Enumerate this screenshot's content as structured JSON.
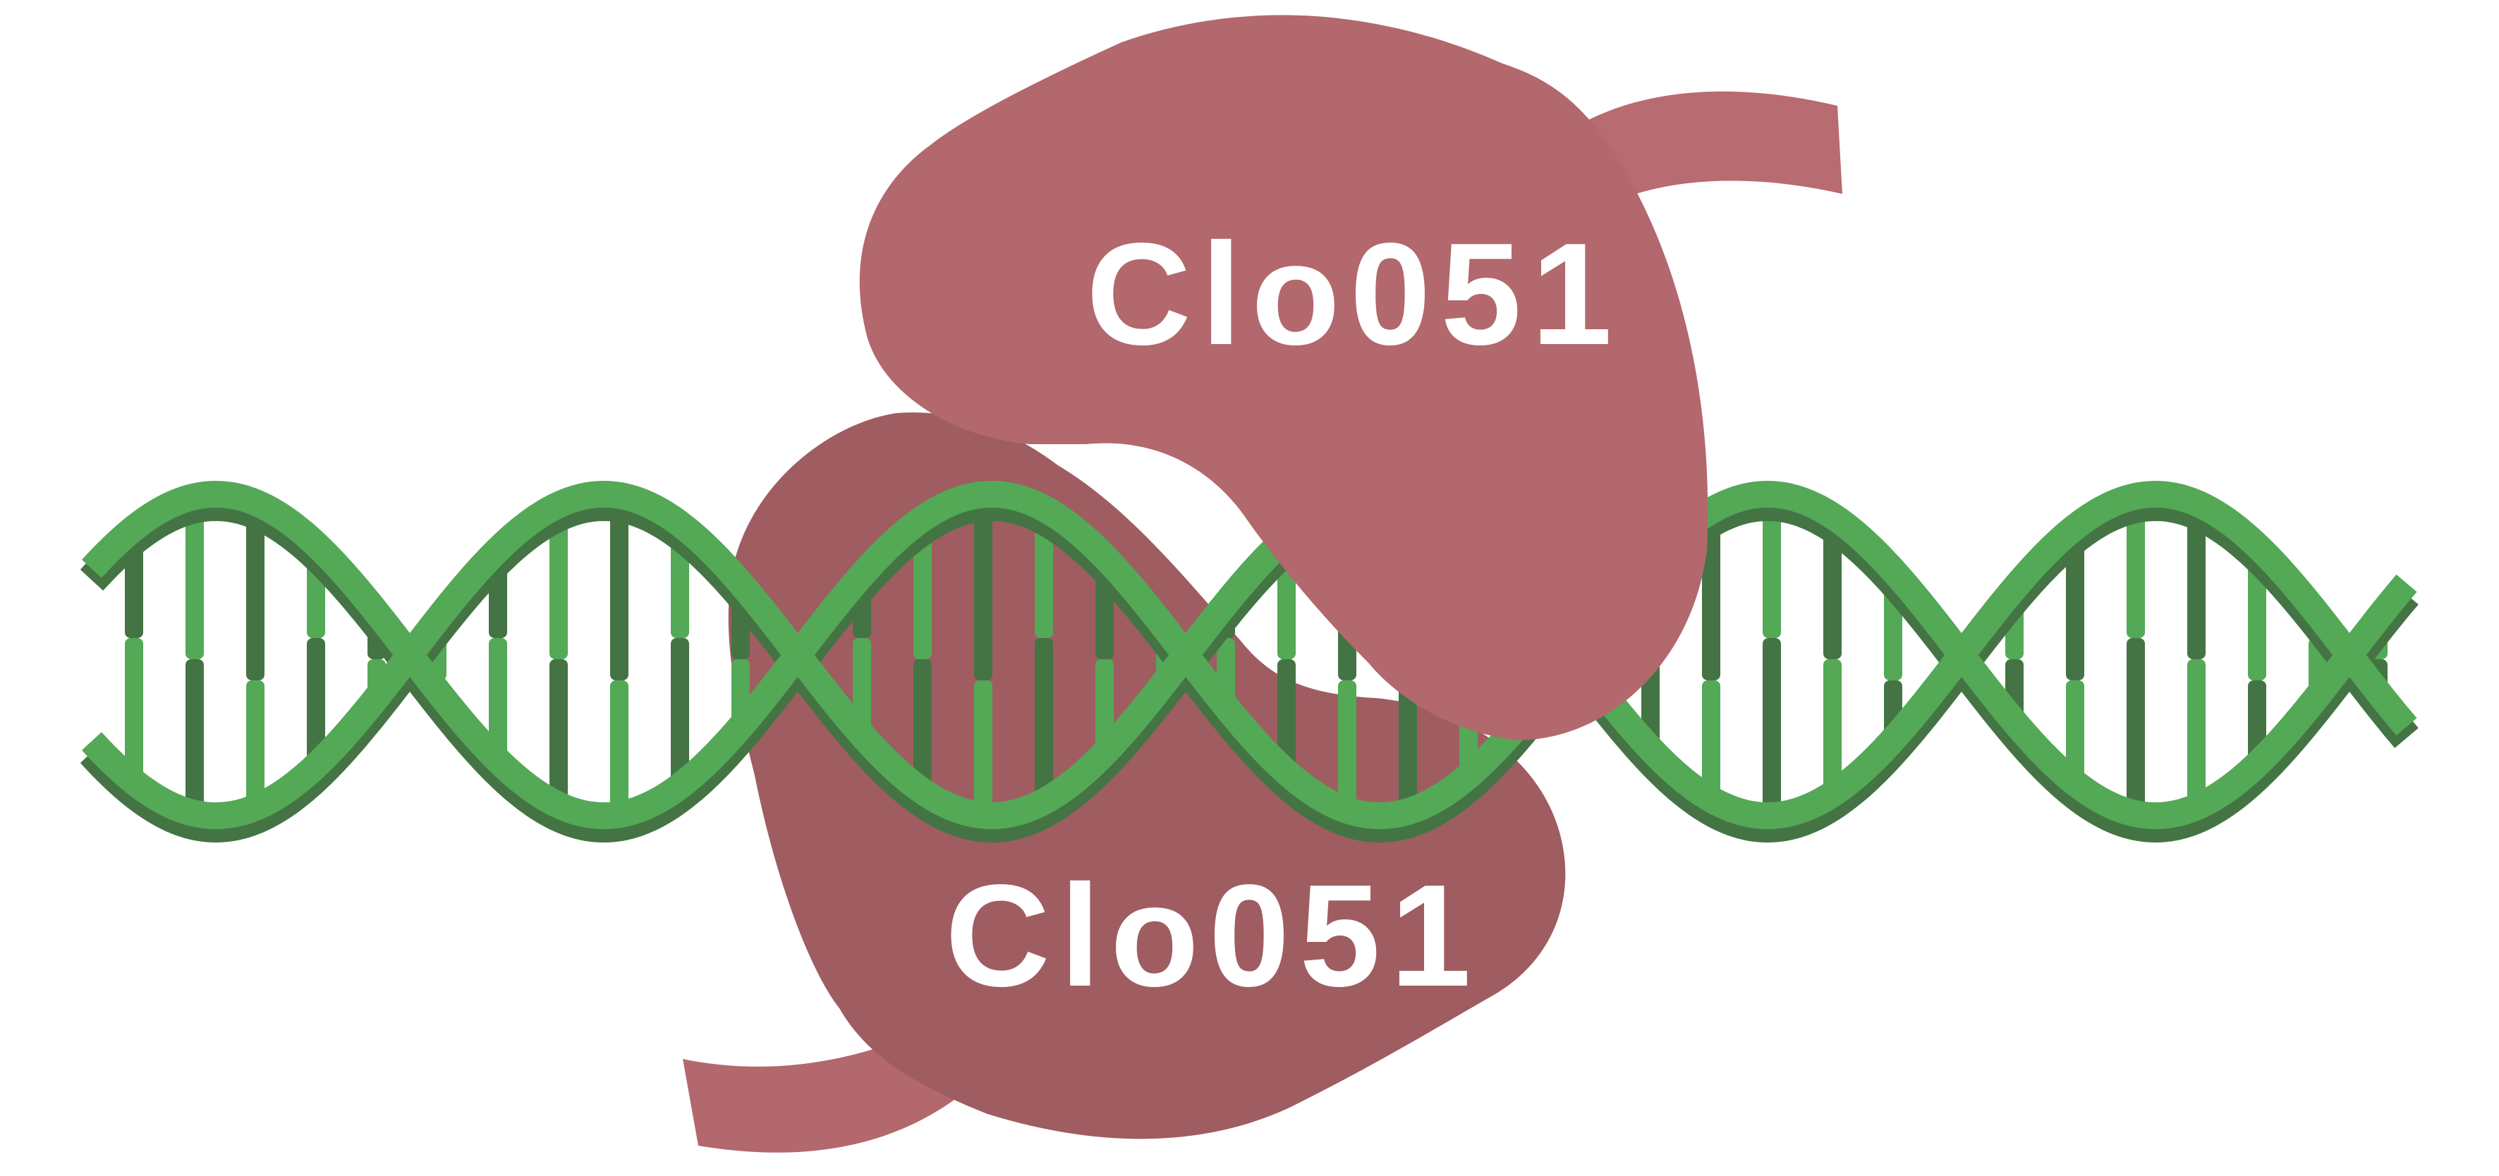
{
  "diagram": {
    "protein_top": {
      "label": "Clo051"
    },
    "protein_bottom": {
      "label": "Clo051"
    },
    "colors": {
      "background": "#ffffff",
      "protein_top_body": "#b2686d",
      "protein_top_tail": "#b86b70",
      "protein_bottom_body": "#9f5d61",
      "protein_bottom_tail": "#b2686d",
      "dna_light_strand": "#53a956",
      "dna_dark_strand": "#447444",
      "label_text": "#ffffff"
    },
    "icons": [
      "dna-double-helix",
      "protein-blob"
    ]
  }
}
